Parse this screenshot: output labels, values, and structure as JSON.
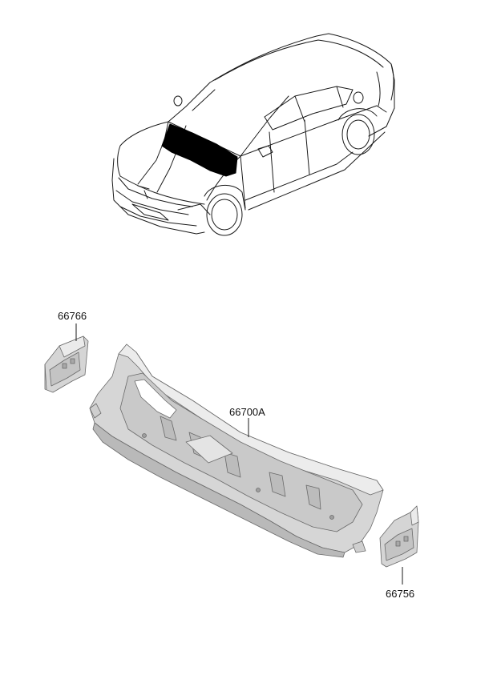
{
  "colors": {
    "background": "#ffffff",
    "line": "#1a1a1a",
    "highlight": "#000000",
    "panel_fill": "#d9d9d9",
    "panel_shade": "#bdbdbd",
    "panel_light": "#ececec"
  },
  "diagram": {
    "vehicle": {
      "icon": "car-outline-drawing",
      "highlighted_area": "cowl"
    },
    "parts": [
      {
        "number": "66766"
      },
      {
        "number": "66700A"
      },
      {
        "number": "66756"
      }
    ]
  }
}
